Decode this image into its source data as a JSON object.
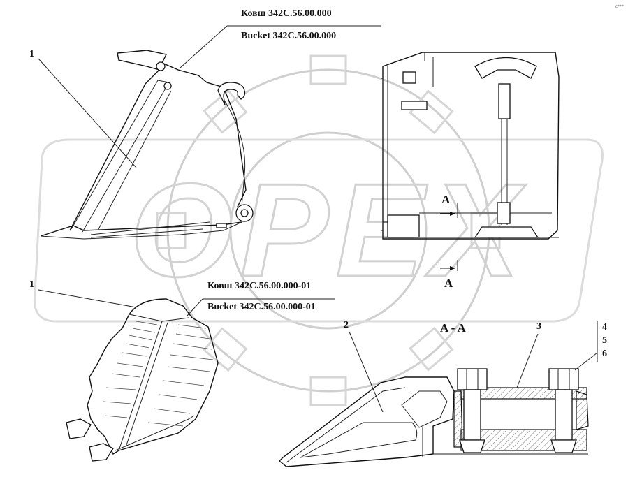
{
  "assembly_1": {
    "title_ru": "Ковш  342С.56.00.000",
    "title_en": "Bucket 342С.56.00.000"
  },
  "assembly_2": {
    "title_ru": "Ковш  342С.56.00.000-01",
    "title_en": "Bucket  342С.56.00.000-01"
  },
  "callouts": {
    "item_1_top": "1",
    "item_1_bottom": "1",
    "item_2": "2",
    "item_3": "3",
    "item_4": "4",
    "item_5": "5",
    "item_6": "6"
  },
  "section": {
    "mark_top": "A",
    "mark_bottom": "A",
    "view_title": "A - A"
  },
  "corner_mark": "c***",
  "watermark_text": "OPEX"
}
